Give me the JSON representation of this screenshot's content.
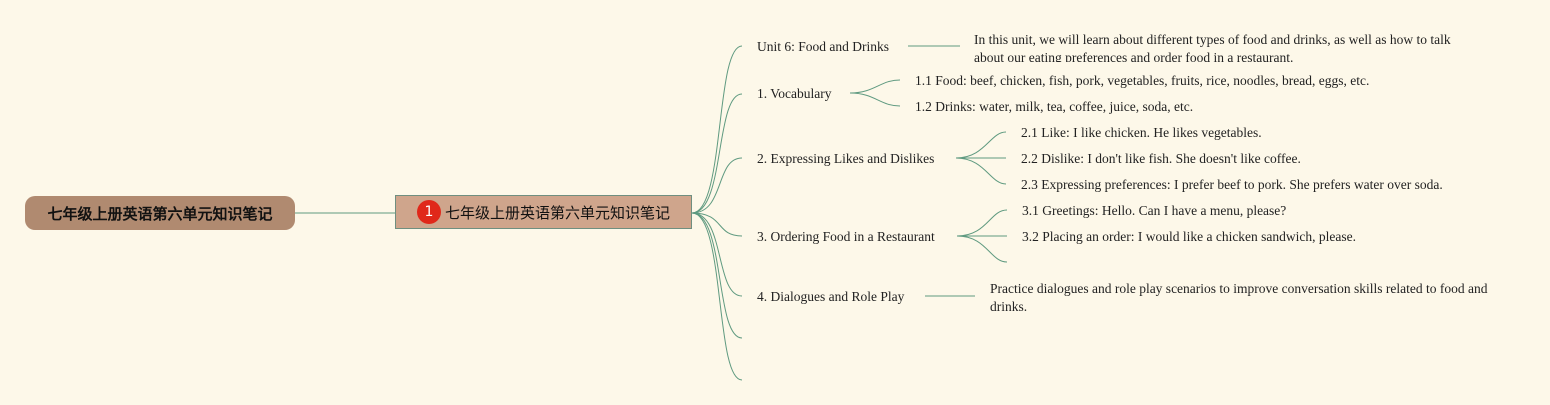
{
  "root": {
    "label": "七年级上册英语第六单元知识笔记"
  },
  "center": {
    "badge": "1",
    "label": "七年级上册英语第六单元知识笔记"
  },
  "branches": {
    "unit": {
      "label": "Unit 6: Food and Drinks",
      "description": "In this unit, we will learn about different types of food and drinks, as well as how to talk about our eating preferences and order food in a restaurant."
    },
    "vocabulary": {
      "label": "1. Vocabulary",
      "items": [
        "1.1 Food: beef, chicken, fish, pork, vegetables, fruits, rice, noodles, bread, eggs, etc.",
        "1.2 Drinks: water, milk, tea, coffee, juice, soda, etc."
      ]
    },
    "likes": {
      "label": "2. Expressing Likes and Dislikes",
      "items": [
        "2.1 Like: I like chicken. He likes vegetables.",
        "2.2 Dislike: I don't like fish. She doesn't like coffee.",
        "2.3 Expressing preferences: I prefer beef to pork. She prefers water over soda."
      ]
    },
    "ordering": {
      "label": "3. Ordering Food in a Restaurant",
      "items": [
        "3.1 Greetings: Hello. Can I have a menu, please?",
        "3.2 Placing an order: I would like a chicken sandwich, please."
      ]
    },
    "dialogues": {
      "label": "4. Dialogues and Role Play",
      "description": "Practice dialogues and role play scenarios to improve conversation skills related to food and drinks."
    }
  },
  "colors": {
    "background": "#fdf8e9",
    "link": "#5f9a80",
    "root_fill": "#b08a70",
    "center_fill": "#cfa58c",
    "badge": "#e0281a"
  }
}
